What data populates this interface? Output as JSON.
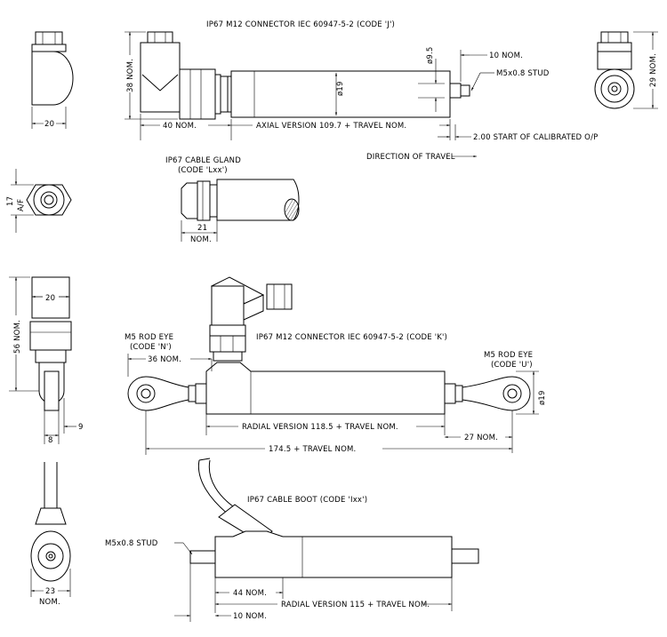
{
  "labels": {
    "connector_j": "IP67 M12 CONNECTOR IEC 60947-5-2 (CODE 'J')",
    "nom_38": "38 NOM.",
    "dia_9_5": "ø9.5",
    "nom_10_top": "10 NOM.",
    "stud_top": "M5x0.8 STUD",
    "dia_19_top": "ø19",
    "nom_29": "29 NOM.",
    "dim_20_top": "20",
    "nom_40": "40 NOM.",
    "axial_version": "AXIAL VERSION 109.7 + TRAVEL NOM.",
    "calibrated": "2.00 START OF CALIBRATED O/P",
    "direction": "DIRECTION OF TRAVEL",
    "af_17": "17",
    "af_label": "A/F",
    "gland_title": "IP67 CABLE GLAND",
    "gland_code": "(CODE 'Lxx')",
    "gland_21": "21",
    "gland_nom": "NOM.",
    "dim_20_mid": "20",
    "nom_56": "56 NOM.",
    "rod_eye_n": "M5 ROD EYE",
    "code_n": "(CODE 'N')",
    "nom_36": "36 NOM.",
    "connector_k": "IP67 M12 CONNECTOR IEC 60947-5-2 (CODE 'K')",
    "rod_eye_u": "M5 ROD EYE",
    "code_u": "(CODE 'U')",
    "dia_19_mid": "ø19",
    "radial_118": "RADIAL VERSION 118.5 + TRAVEL NOM.",
    "nom_27": "27 NOM.",
    "total_174": "174.5 + TRAVEL NOM.",
    "dim_8": "8",
    "dim_9": "9",
    "cable_boot": "IP67 CABLE BOOT (CODE 'Ixx')",
    "stud_bottom": "M5x0.8 STUD",
    "dim_23": "23",
    "nom_23": "NOM.",
    "nom_44": "44 NOM.",
    "radial_115": "RADIAL VERSION 115 + TRAVEL NOM.",
    "nom_10_bottom": "10 NOM."
  }
}
